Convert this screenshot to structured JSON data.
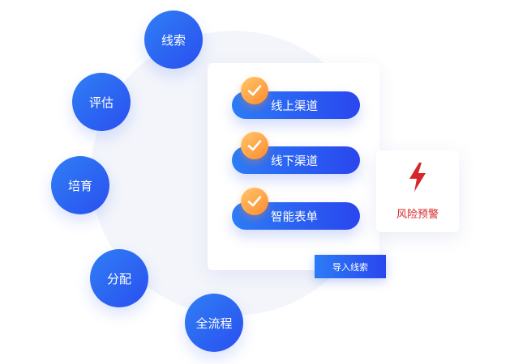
{
  "stages": [
    {
      "id": "leads",
      "label": "线索"
    },
    {
      "id": "evaluate",
      "label": "评估"
    },
    {
      "id": "nurture",
      "label": "培育"
    },
    {
      "id": "assign",
      "label": "分配"
    },
    {
      "id": "full-process",
      "label": "全流程"
    }
  ],
  "channels": [
    {
      "label": "线上渠道",
      "icon": "check-icon"
    },
    {
      "label": "线下渠道",
      "icon": "check-icon"
    },
    {
      "label": "智能表单",
      "icon": "check-icon"
    }
  ],
  "risk_alert": {
    "label": "风险预警",
    "icon": "lightning-icon",
    "color": "#d5272a"
  },
  "import_button": {
    "label": "导入线索"
  },
  "colors": {
    "primary_start": "#2f7ff4",
    "primary_end": "#2a4ff0",
    "check_orange": "#ff8a2f",
    "alert_red": "#d5272a",
    "background_circle": "#f3f5fb"
  }
}
